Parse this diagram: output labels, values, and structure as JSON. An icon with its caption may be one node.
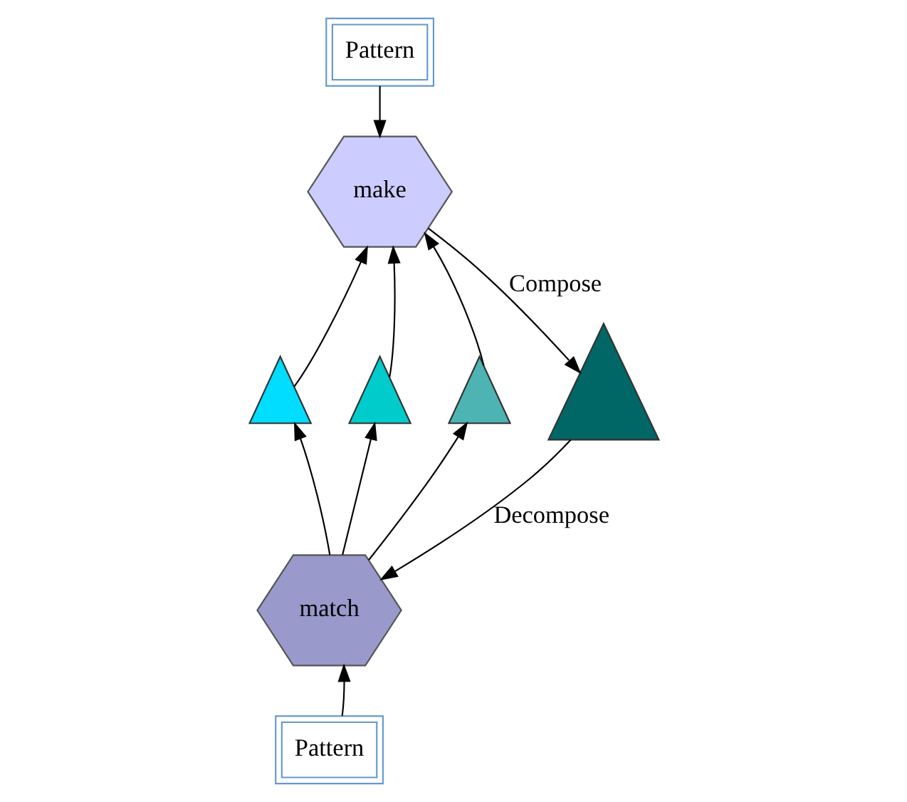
{
  "diagram": {
    "nodes": [
      {
        "text": [
          "Pattern"
        ]
      },
      {
        "text": [
          "make"
        ]
      },
      {
        "text": [],
        "shape": "triangle"
      },
      {
        "text": [],
        "shape": "triangle"
      },
      {
        "text": [],
        "shape": "triangle"
      },
      {
        "text": [],
        "shape": "triangle"
      },
      {
        "text": [
          "match"
        ]
      },
      {
        "text": [
          "Pattern"
        ]
      }
    ],
    "edges": [
      {
        "from": 0,
        "to": 1,
        "arrow": "to"
      },
      {
        "from": 1,
        "to": 5,
        "arrow": "to",
        "label": "Compose"
      },
      {
        "from": 5,
        "to": 6,
        "arrow": "to",
        "label": "Decompose"
      },
      {
        "from": 7,
        "to": 6,
        "arrow": "to"
      },
      {
        "from": 6,
        "to": 2,
        "arrow": "to"
      },
      {
        "from": 6,
        "to": 3,
        "arrow": "to"
      },
      {
        "from": 6,
        "to": 4,
        "arrow": "to"
      },
      {
        "from": 2,
        "to": 1,
        "arrow": "to"
      },
      {
        "from": 3,
        "to": 1,
        "arrow": "to"
      },
      {
        "from": 4,
        "to": 1,
        "arrow": "to"
      }
    ]
  }
}
